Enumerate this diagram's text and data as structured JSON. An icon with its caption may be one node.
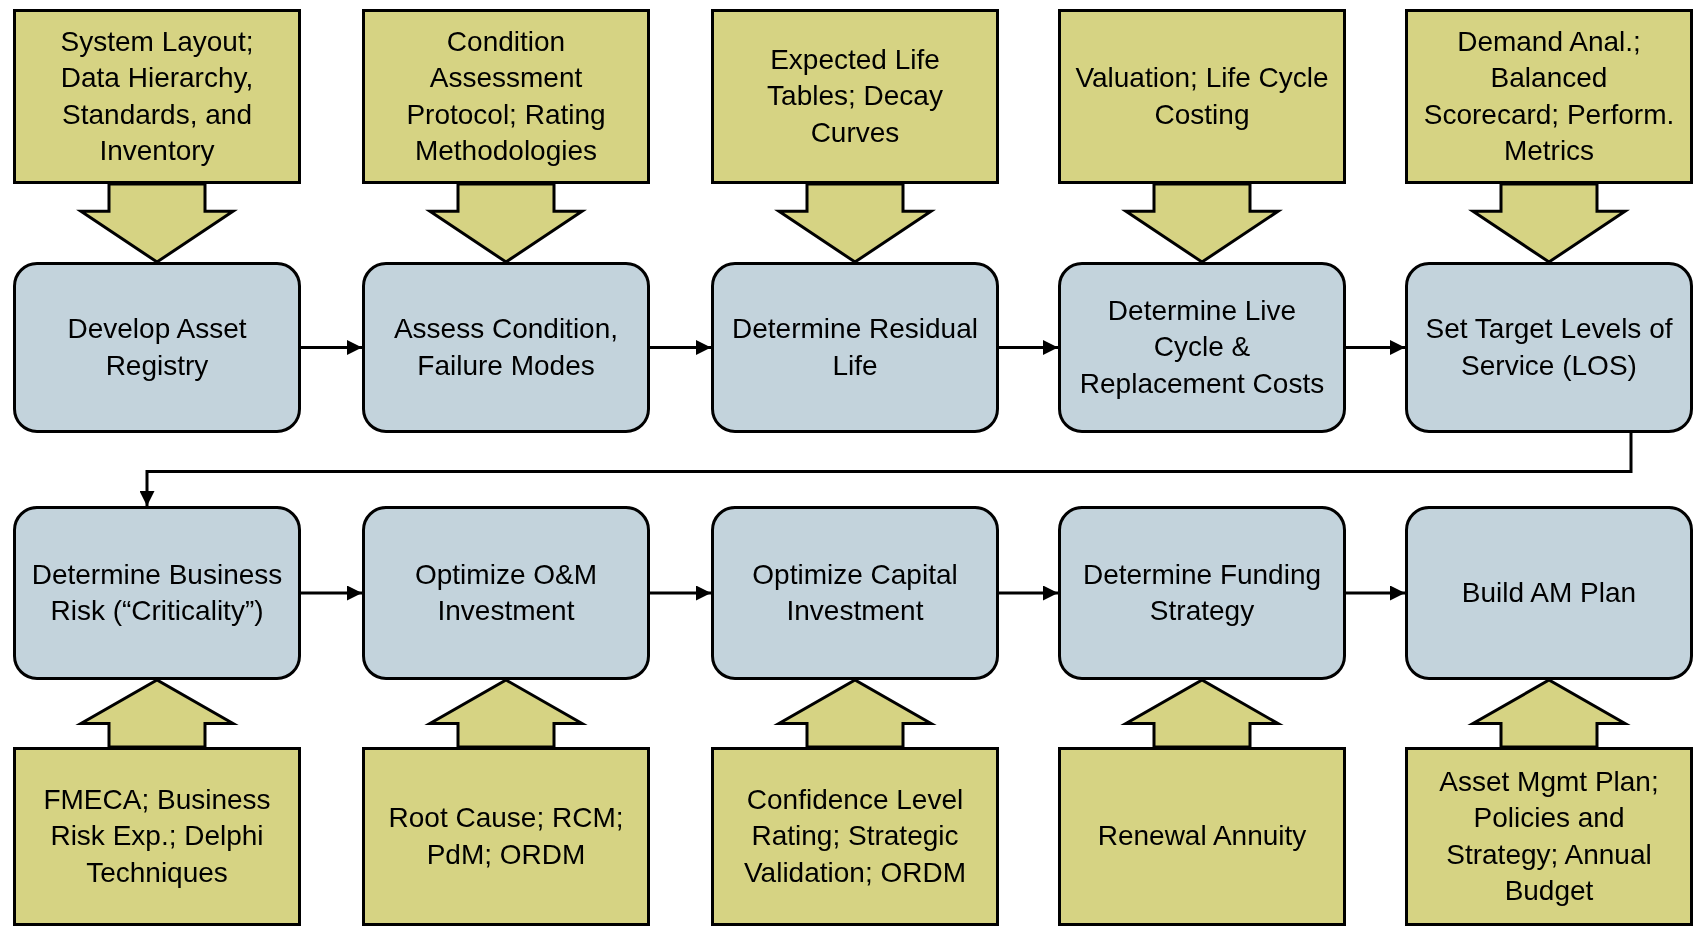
{
  "diagram": {
    "nodes": [
      {
        "text": [
          "System Layout; Data Hierarchy, Standards, and Inventory"
        ]
      },
      {
        "text": [
          "Condition Assessment Protocol; Rating Methodologies"
        ]
      },
      {
        "text": [
          "Expected Life Tables; Decay Curves"
        ]
      },
      {
        "text": [
          "Valuation; Life Cycle Costing"
        ]
      },
      {
        "text": [
          "Demand Anal.; Balanced Scorecard; Perform. Metrics"
        ]
      },
      {
        "text": [
          "Develop Asset Registry"
        ]
      },
      {
        "text": [
          "Assess Condition, Failure Modes"
        ]
      },
      {
        "text": [
          "Determine Residual Life"
        ]
      },
      {
        "text": [
          "Determine Live Cycle & Replacement Costs"
        ]
      },
      {
        "text": [
          "Set Target Levels of Service (LOS)"
        ]
      },
      {
        "text": [
          "Determine Business Risk (“Criticality”)"
        ]
      },
      {
        "text": [
          "Optimize O&M Investment"
        ]
      },
      {
        "text": [
          "Optimize Capital Investment"
        ]
      },
      {
        "text": [
          "Determine Funding Strategy"
        ]
      },
      {
        "text": [
          "Build AM Plan"
        ]
      },
      {
        "text": [
          "FMECA; Business Risk Exp.; Delphi Techniques"
        ]
      },
      {
        "text": [
          "Root Cause; RCM; PdM; ORDM"
        ]
      },
      {
        "text": [
          "Confidence Level Rating; Strategic Validation; ORDM"
        ]
      },
      {
        "text": [
          "Renewal Annuity"
        ]
      },
      {
        "text": [
          "Asset Mgmt Plan; Policies and Strategy; Annual Budget"
        ]
      }
    ],
    "edges": [
      {
        "from": 0,
        "to": 5,
        "arrow": "to",
        "style": "thick"
      },
      {
        "from": 1,
        "to": 6,
        "arrow": "to",
        "style": "thick"
      },
      {
        "from": 2,
        "to": 7,
        "arrow": "to",
        "style": "thick"
      },
      {
        "from": 3,
        "to": 8,
        "arrow": "to",
        "style": "thick"
      },
      {
        "from": 4,
        "to": 9,
        "arrow": "to",
        "style": "thick"
      },
      {
        "from": 5,
        "to": 6,
        "arrow": "to"
      },
      {
        "from": 6,
        "to": 7,
        "arrow": "to"
      },
      {
        "from": 7,
        "to": 8,
        "arrow": "to"
      },
      {
        "from": 8,
        "to": 9,
        "arrow": "to"
      },
      {
        "from": 9,
        "to": 10,
        "arrow": "to"
      },
      {
        "from": 10,
        "to": 11,
        "arrow": "to"
      },
      {
        "from": 11,
        "to": 12,
        "arrow": "to"
      },
      {
        "from": 12,
        "to": 13,
        "arrow": "to"
      },
      {
        "from": 13,
        "to": 14,
        "arrow": "to"
      },
      {
        "from": 15,
        "to": 10,
        "arrow": "to",
        "style": "thick"
      },
      {
        "from": 16,
        "to": 11,
        "arrow": "to",
        "style": "thick"
      },
      {
        "from": 17,
        "to": 12,
        "arrow": "to",
        "style": "thick"
      },
      {
        "from": 18,
        "to": 13,
        "arrow": "to",
        "style": "thick"
      },
      {
        "from": 19,
        "to": 14,
        "arrow": "to",
        "style": "thick"
      }
    ]
  }
}
